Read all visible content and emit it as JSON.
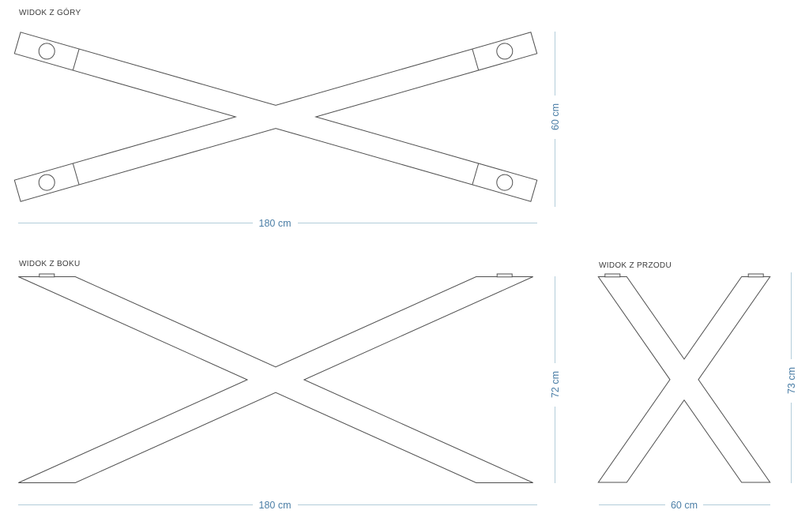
{
  "drawing": {
    "views": {
      "top": {
        "title": "WIDOK Z GÓRY",
        "width_label": "180 cm",
        "height_label": "60 cm"
      },
      "side": {
        "title": "WIDOK Z BOKU",
        "width_label": "180 cm",
        "height_label": "72 cm"
      },
      "front": {
        "title": "WIDOK Z PRZODU",
        "width_label": "60 cm",
        "height_label": "73 cm"
      }
    }
  },
  "colors": {
    "outline": "#4f4f4f",
    "dimension_line": "#b3cdda",
    "dimension_text": "#4b7ea6",
    "title_text": "#3c3c3c",
    "background": "#ffffff"
  }
}
